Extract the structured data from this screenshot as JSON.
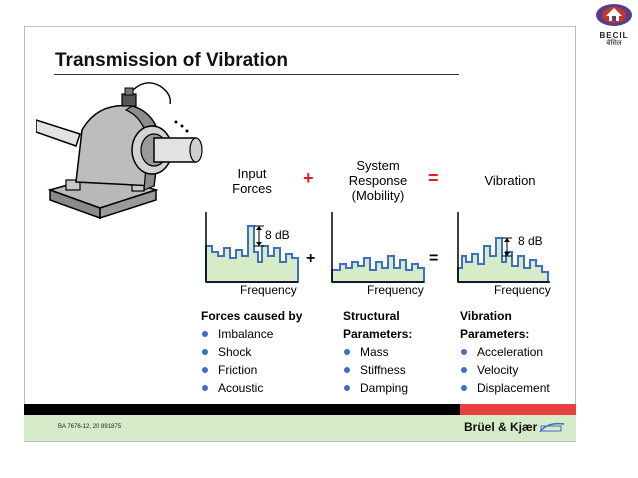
{
  "logo": {
    "name": "BECIL",
    "hindi": "बेसिल"
  },
  "title": "Transmission of Vibration",
  "equation": {
    "input_label_1": "Input",
    "input_label_2": "Forces",
    "plus": "+",
    "system_label_1": "System",
    "system_label_2": "Response",
    "system_label_3": "(Mobility)",
    "equals": "=",
    "output_label": "Vibration"
  },
  "graphs": {
    "db_left": "8 dB",
    "db_right": "8 dB",
    "plus": "+",
    "equals": "=",
    "axis_label": "Frequency",
    "fill_color": "#d6ebc8",
    "line_color": "#3d6fc2"
  },
  "columns": [
    {
      "head_1": "Forces caused by",
      "head_2": "",
      "items": [
        "Imbalance",
        "Shock",
        "Friction",
        "Acoustic"
      ]
    },
    {
      "head_1": "Structural",
      "head_2": "Parameters:",
      "items": [
        "Mass",
        "Stiffness",
        "Damping"
      ]
    },
    {
      "head_1": "Vibration",
      "head_2": "Parameters:",
      "items": [
        "Acceleration",
        "Velocity",
        "Displacement"
      ]
    }
  ],
  "footer": {
    "code": "BA 7676-12, 20   891875",
    "brand": "Brüel & Kjær"
  }
}
